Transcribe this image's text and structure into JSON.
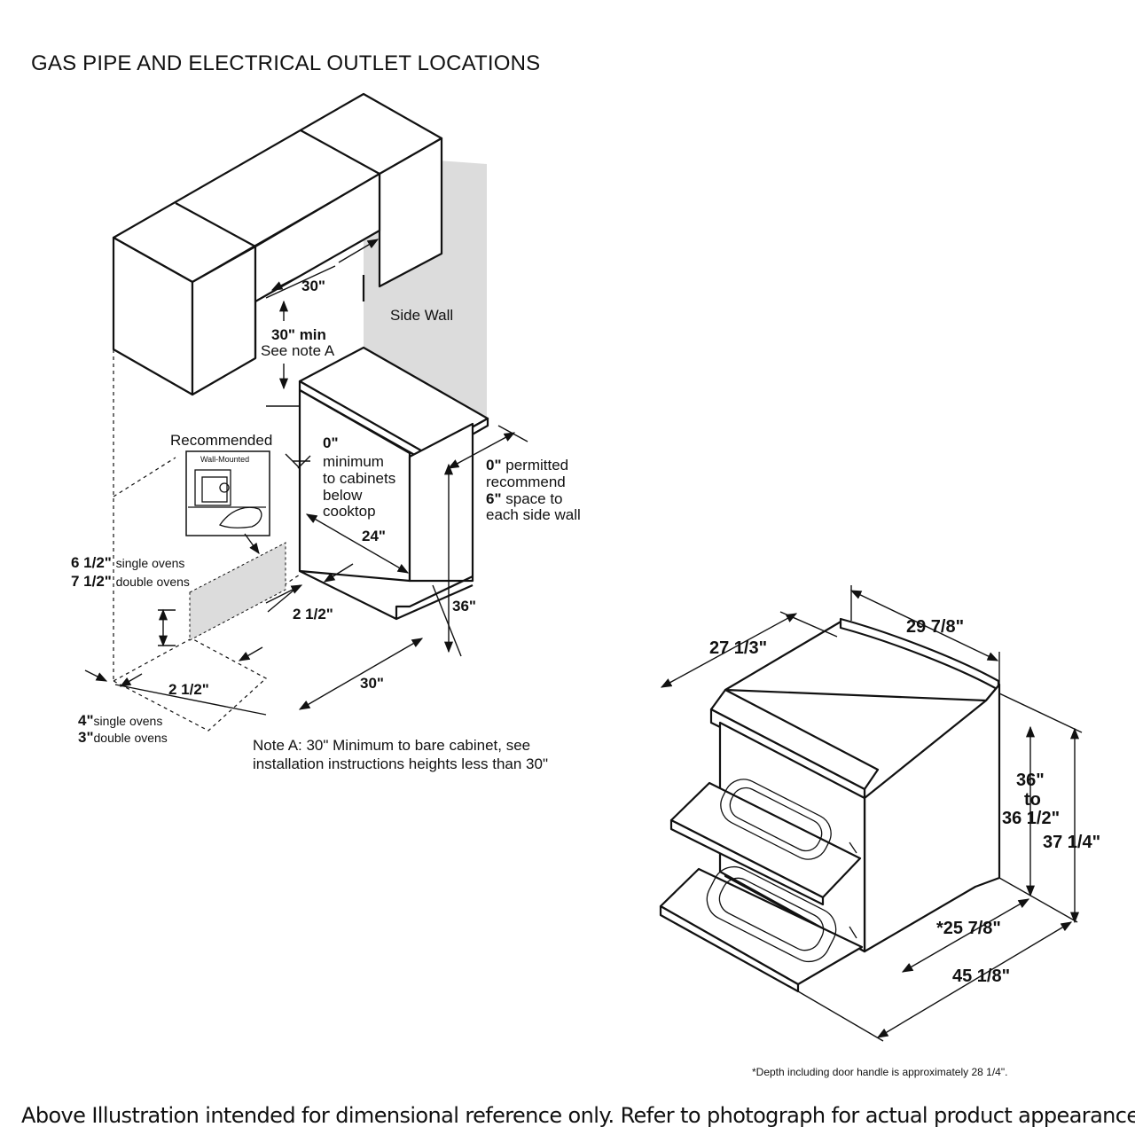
{
  "title": "GAS PIPE AND ELECTRICAL OUTLET LOCATIONS",
  "installation_diagram": {
    "cabinet_width": "30\"",
    "clearance_above": "30\" min",
    "see_note": "See note A",
    "side_wall": "Side Wall",
    "recommended": "Recommended",
    "wall_mounted": "Wall-Mounted",
    "cabinet_clearance": {
      "value": "0\"",
      "line1": "minimum",
      "line2": "to cabinets",
      "line3": "below",
      "line4": "cooktop"
    },
    "side_wall_clearance": {
      "value": "0\"",
      "line1": "permitted",
      "line2": "recommend",
      "value2": "6\"",
      "line3": "space to",
      "line4": "each side wall"
    },
    "counter_depth": "24\"",
    "counter_height": "36\"",
    "toe_offset": "2 1/2\"",
    "floor_width": "30\"",
    "outlet_offset": "2 1/2\"",
    "outlet_height": {
      "single_value": "6 1/2\"",
      "single_label": "single ovens",
      "double_value": "7 1/2\"",
      "double_label": "double ovens"
    },
    "outlet_side": {
      "single_value": "4\"",
      "single_label": "single ovens",
      "double_value": "3\"",
      "double_label": "double ovens"
    },
    "note_a_line1": "Note A: 30\" Minimum to bare cabinet, see",
    "note_a_line2": "installation instructions heights less than 30\""
  },
  "range_dimensions": {
    "depth_top": "27 1/3\"",
    "width": "29 7/8\"",
    "height_range_1": "36\"",
    "height_range_2": "to",
    "height_range_3": "36 1/2\"",
    "overall_height": "37 1/4\"",
    "depth": "*25 7/8\"",
    "depth_door_open": "45 1/8\""
  },
  "footnote": "*Depth including door handle is approximately 28 1/4\".",
  "footer": "Above Illustration intended for dimensional reference only. Refer to photograph for actual product appearance."
}
